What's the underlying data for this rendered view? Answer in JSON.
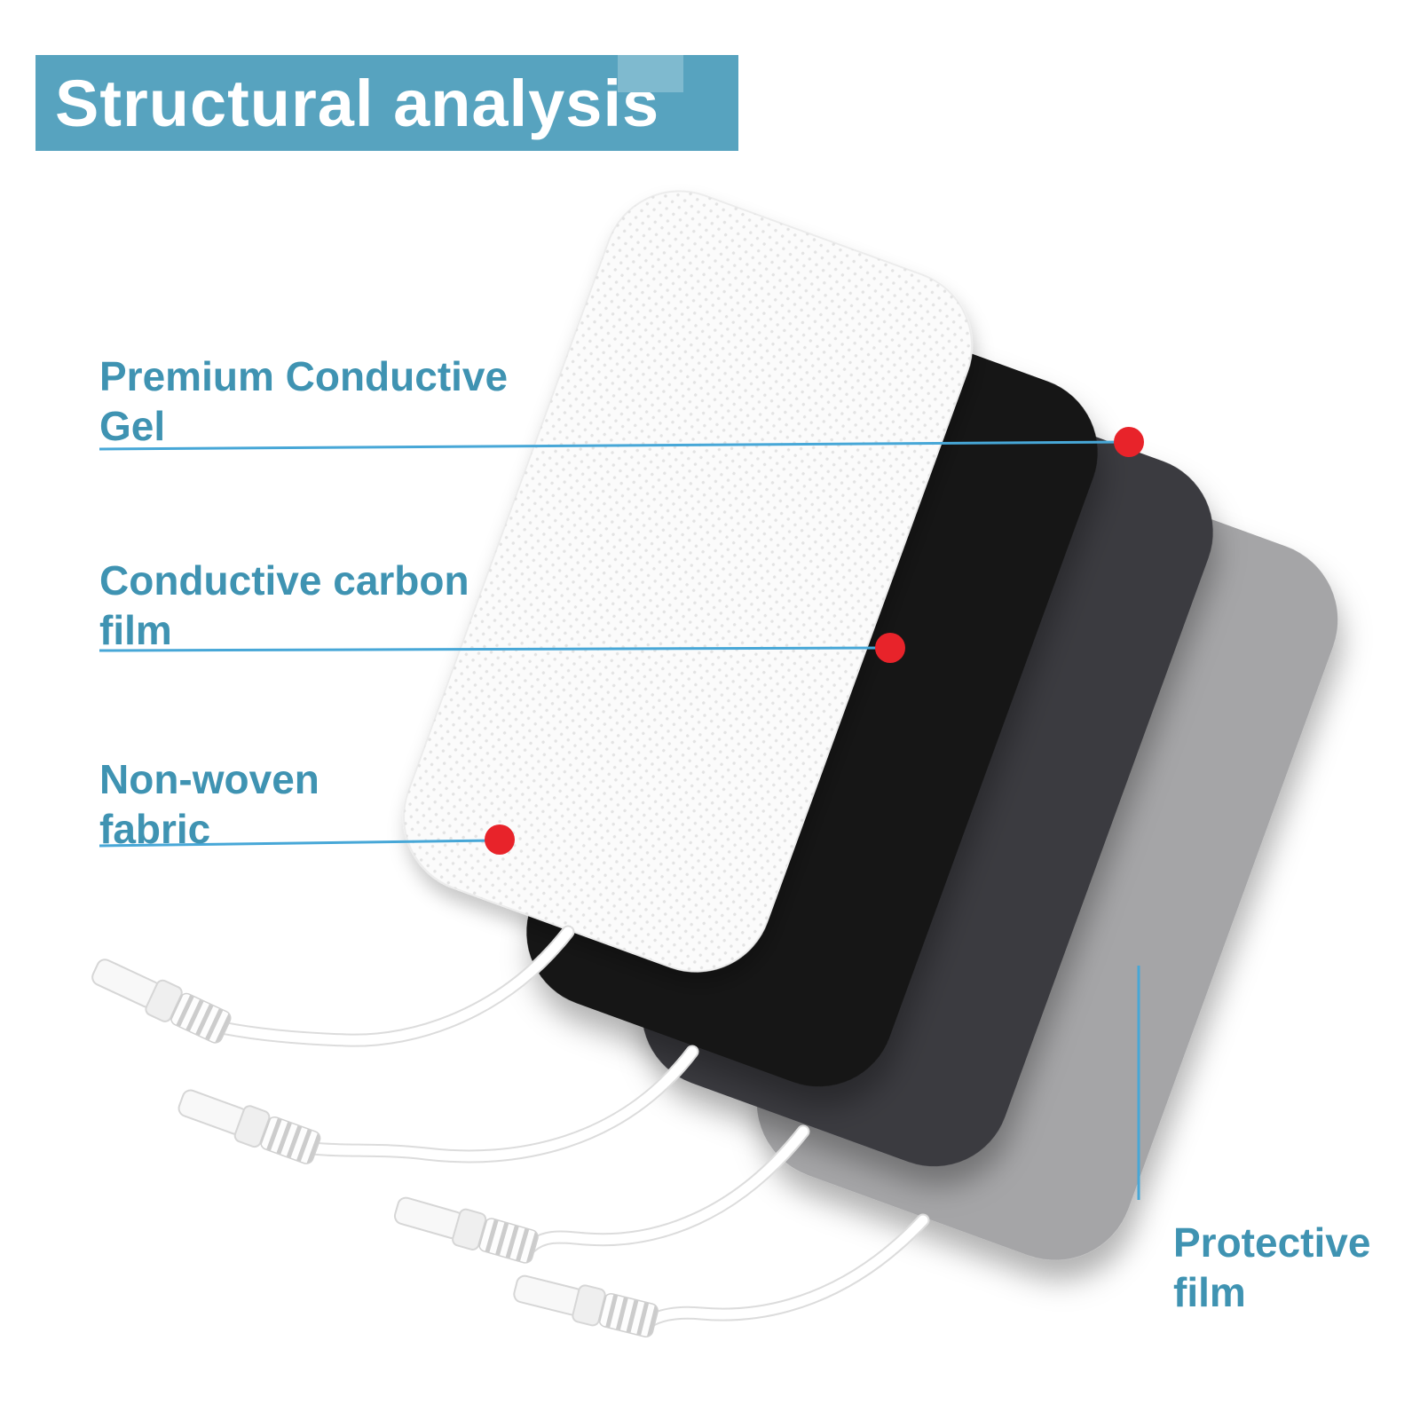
{
  "title": "Structural analysis",
  "layers": [
    {
      "id": "premium-conductive-gel",
      "label": "Premium Conductive\nGel"
    },
    {
      "id": "conductive-carbon-film",
      "label": "Conductive carbon\nfilm"
    },
    {
      "id": "non-woven-fabric",
      "label": "Non-woven\nfabric"
    },
    {
      "id": "protective-film",
      "label": "Protective\nfilm"
    }
  ],
  "colors": {
    "banner": "#57a3bf",
    "banner_accent": "#7fbacf",
    "label_text": "#3f93b2",
    "marker": "#e8232a",
    "leader_line": "#47a7d7",
    "pad_white": "#fbfbfb",
    "pad_black": "#141414",
    "pad_dark_gray": "#3b3b3f",
    "pad_light_gray": "#a5a5a7",
    "wire": "#ffffff"
  }
}
